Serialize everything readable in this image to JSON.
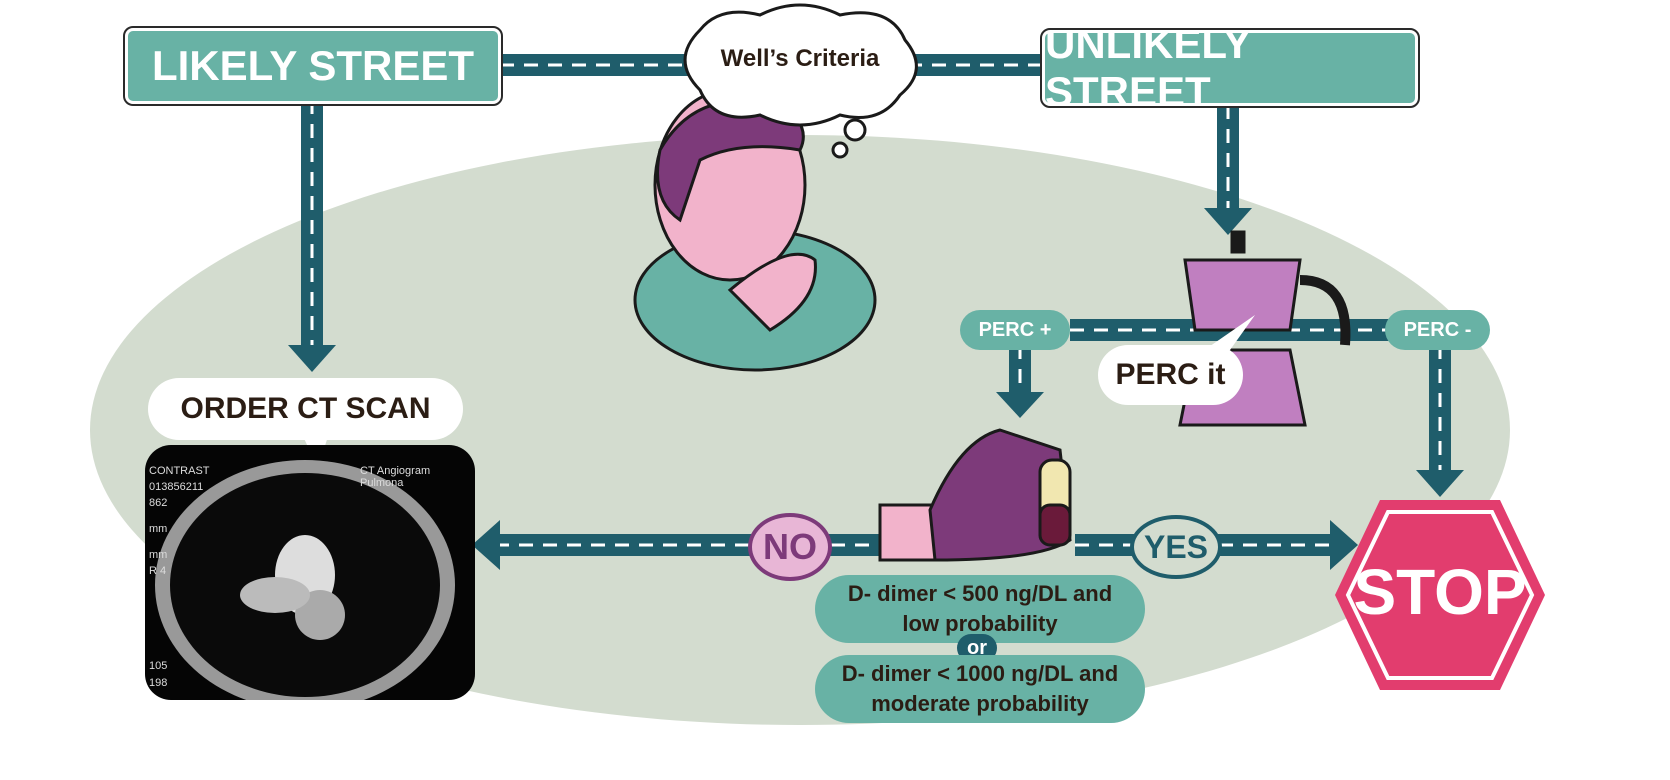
{
  "signs": {
    "likely": "LIKELY STREET",
    "unlikely": "UNLIKELY STREET"
  },
  "thought": "Well’s Criteria",
  "order_ct": "ORDER CT SCAN",
  "ct_overlay": {
    "contrast": "CONTRAST",
    "id": "013856211",
    "n": "862",
    "mm1": "mm",
    "mm2": "mm",
    "r": "R 4",
    "title": "CT Angiogram Pulmona",
    "b1": "105",
    "b2": "198"
  },
  "perc_plus": "PERC +",
  "perc_minus": "PERC -",
  "perc_it": "PERC it",
  "no": "NO",
  "yes": "YES",
  "stop": "STOP",
  "conditions": {
    "c1_line1": "D- dimer < 500 ng/DL and",
    "c1_line2": "low probability",
    "or": "or",
    "c2_line1": "D- dimer < 1000 ng/DL and",
    "c2_line2": "moderate probability"
  },
  "colors": {
    "teal": "#68b2a5",
    "road": "#1f5d6b",
    "background": "#d3dccf",
    "stop": "#e23d6e",
    "purple": "#7d3a7a",
    "pink": "#f0a9c4"
  }
}
